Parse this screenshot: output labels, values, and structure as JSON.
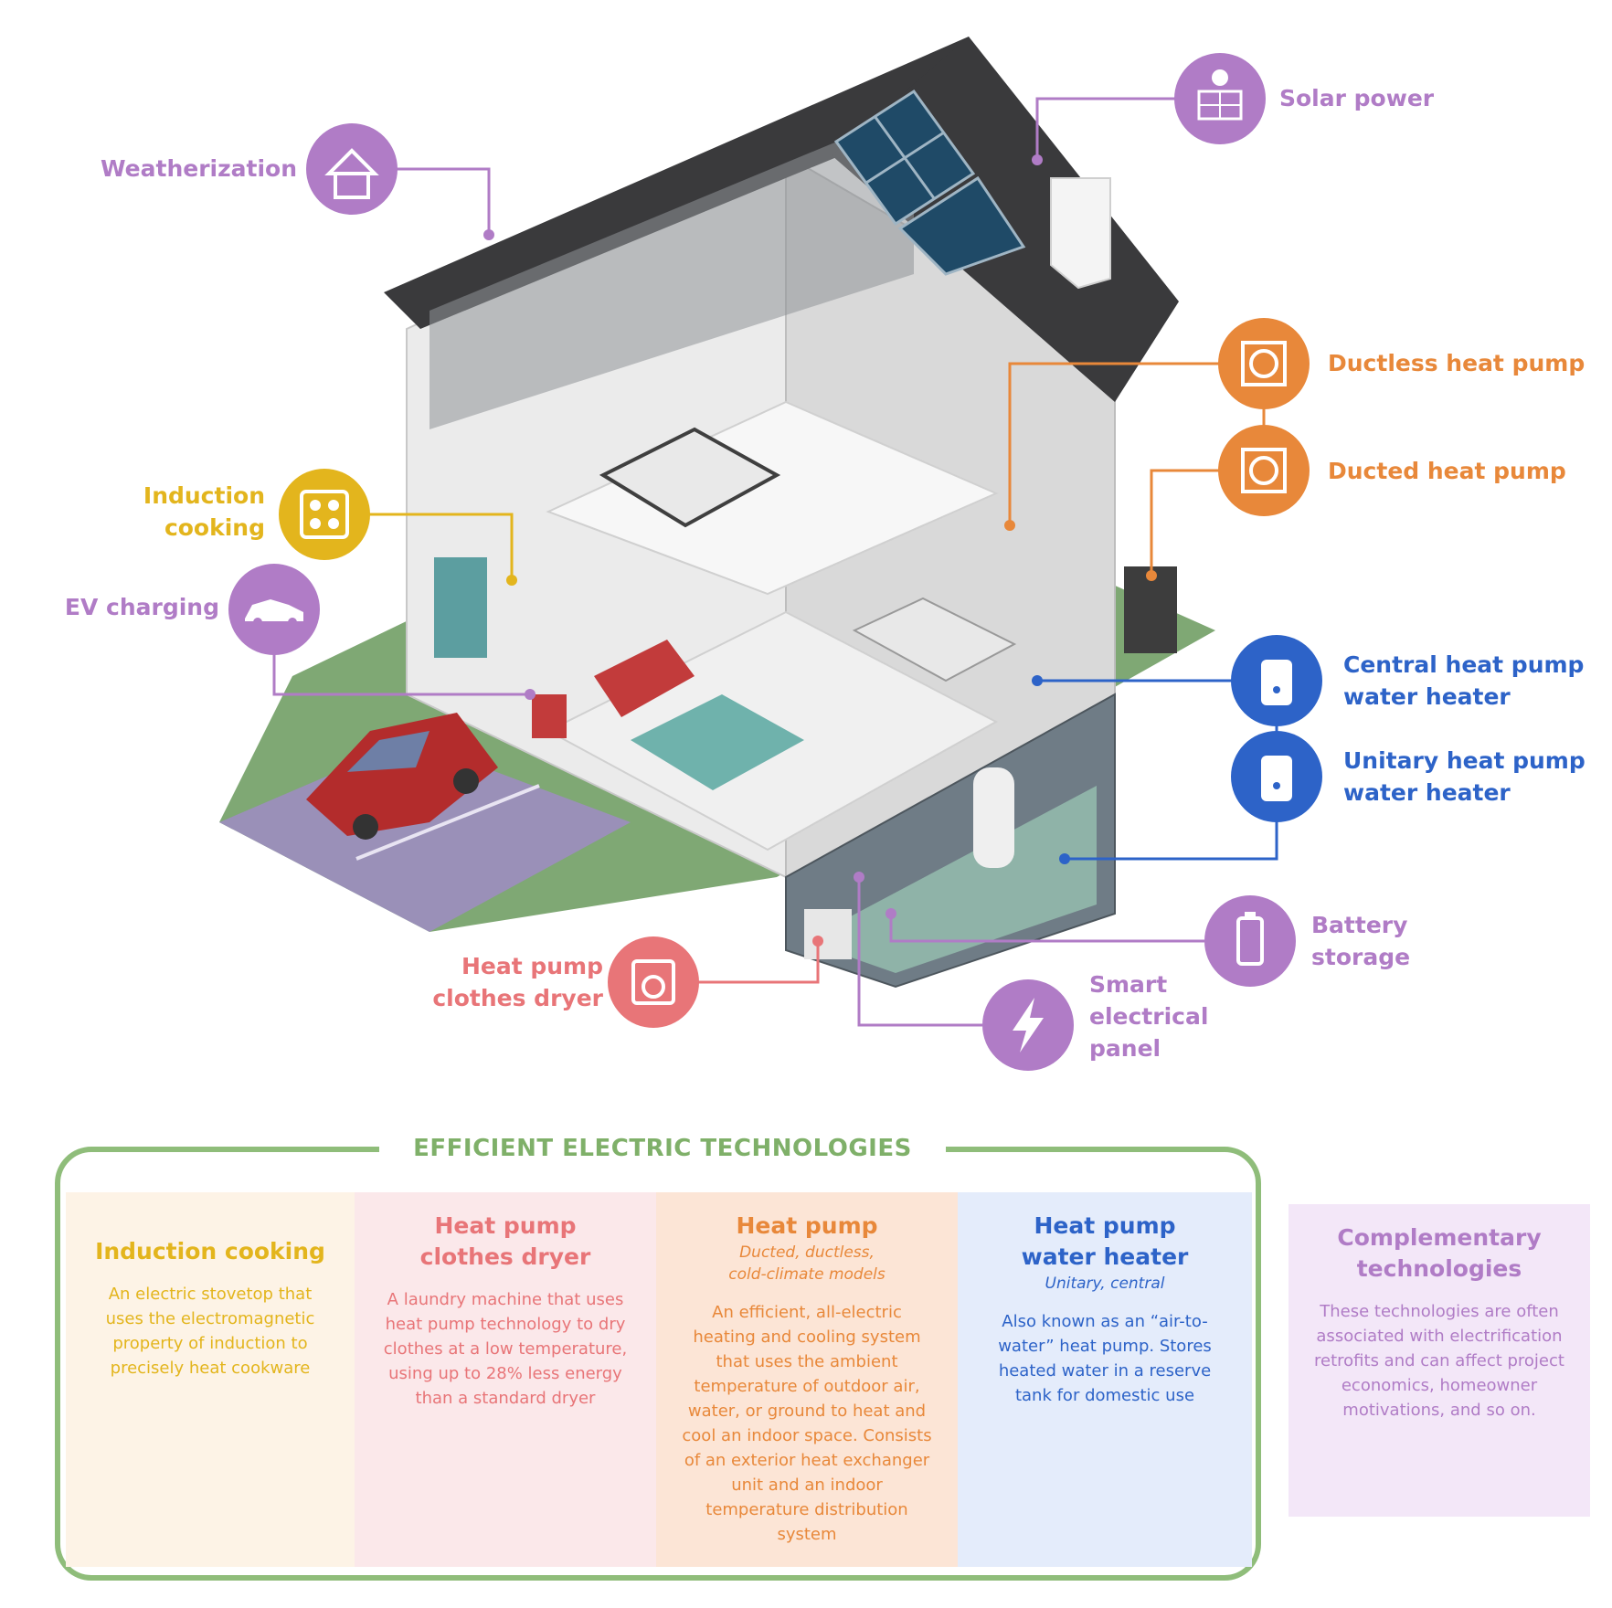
{
  "callouts": {
    "weatherization": "Weatherization",
    "solar_power": "Solar power",
    "ductless_heat_pump": "Ductless heat pump",
    "ducted_heat_pump": "Ducted heat pump",
    "induction_cooking": "Induction\ncooking",
    "ev_charging": "EV charging",
    "central_heat_pump_water_heater": "Central heat pump\nwater heater",
    "unitary_heat_pump_water_heater": "Unitary heat pump\nwater heater",
    "battery_storage": "Battery\nstorage",
    "heat_pump_clothes_dryer": "Heat pump\nclothes dryer",
    "smart_electrical_panel": "Smart\nelectrical\npanel"
  },
  "legend": {
    "title": "EFFICIENT ELECTRIC TECHNOLOGIES",
    "induction": {
      "title": "Induction cooking",
      "description": "An electric stovetop that uses the electromagnetic property of induction to precisely heat cookware"
    },
    "dryer": {
      "title": "Heat pump\nclothes dryer",
      "description": "A laundry machine that uses heat pump technology to dry clothes at a low temperature, using up to 28% less energy than a standard dryer"
    },
    "heat_pump": {
      "title": "Heat pump",
      "subtitle": "Ducted, ductless,\ncold-climate models",
      "description": "An efficient, all-electric heating and cooling system that uses the ambient temperature of outdoor air, water, or ground to heat and cool an indoor space. Consists of an exterior heat exchanger unit and an indoor temperature distribution system"
    },
    "water_heater": {
      "title": "Heat pump\nwater heater",
      "subtitle": "Unitary, central",
      "description": "Also known as an “air-to-water” heat pump. Stores heated water in a reserve tank for domestic use"
    },
    "complementary": {
      "title": "Complementary\ntechnologies",
      "description": "These technologies are often associated with electrification retrofits and can affect project economics, homeowner motivations, and so on."
    }
  },
  "colors": {
    "purple": "#b07cc6",
    "orange": "#e8883a",
    "blue": "#2d63c8",
    "yellow": "#e3b51d",
    "pink": "#e87578",
    "green": "#8fbd7a",
    "roof": "#3a3a3c"
  },
  "icons": {
    "weatherization": "house-icon",
    "solar_power": "solar-panel-icon",
    "ductless_heat_pump": "fan-icon",
    "ducted_heat_pump": "fan-icon",
    "induction_cooking": "cooktop-icon",
    "ev_charging": "car-icon",
    "central_heat_pump_water_heater": "water-tank-icon",
    "unitary_heat_pump_water_heater": "water-tank-icon",
    "battery_storage": "battery-icon",
    "heat_pump_clothes_dryer": "washing-machine-icon",
    "smart_electrical_panel": "lightning-bolt-icon"
  }
}
